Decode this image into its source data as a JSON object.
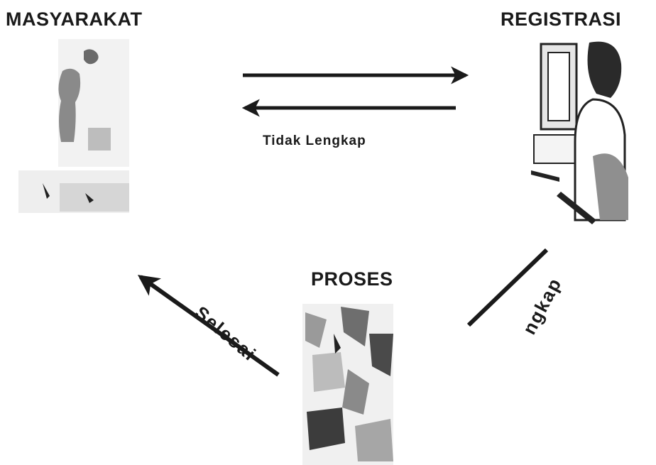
{
  "nodes": {
    "masyarakat": "MASYARAKAT",
    "registrasi": "REGISTRASI",
    "proses": "PROSES"
  },
  "edges": {
    "tidak_lengkap": "Tidak Lengkap",
    "selesai": "Selesai",
    "lengkap": "ngkap"
  },
  "colors": {
    "ink": "#1a1a1a",
    "figure_gray": "#8a8a8a",
    "light_gray": "#d8d8d8",
    "dark_gray": "#4a4a4a"
  },
  "icons": {
    "masyarakat": "person-figure-icon",
    "registrasi": "computer-user-icon",
    "proses": "process-illustration-icon"
  }
}
